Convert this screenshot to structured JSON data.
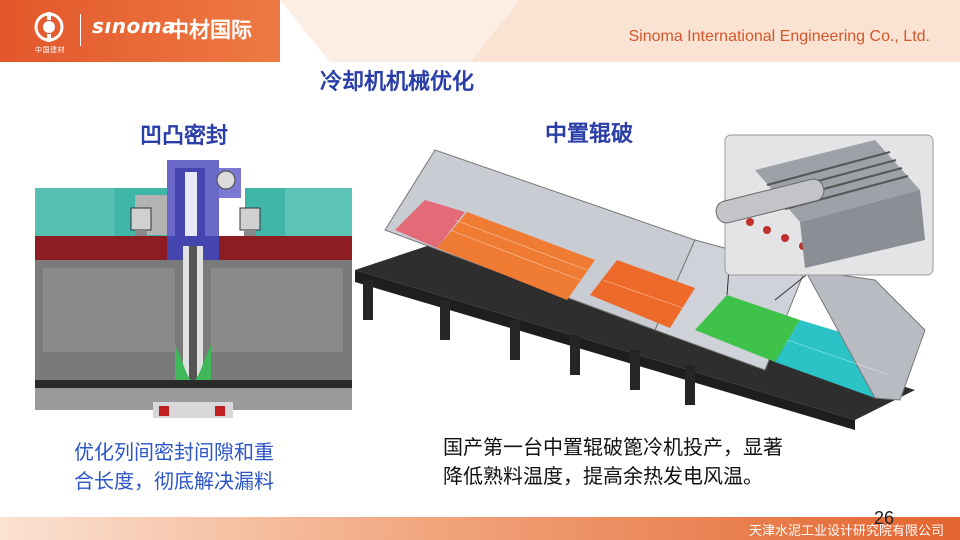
{
  "header": {
    "logo_brand": "sınoma",
    "logo_cn": "中材国际",
    "logo_small": "中国建材",
    "company_en": "Sinoma International Engineering  Co., Ltd."
  },
  "slide": {
    "title": "冷却机机械优化",
    "left_heading": "凹凸密封",
    "right_heading": "中置辊破",
    "left_caption_line1": "优化列间密封间隙和重",
    "left_caption_line2": "合长度，彻底解决漏料",
    "right_caption_line1": "国产第一台中置辊破篦冷机投产，显著",
    "right_caption_line2": "降低熟料温度，提高余热发电风温。",
    "page_number": "26"
  },
  "footer": {
    "org_name": "天津水泥工业设计研究院有限公司"
  },
  "colors": {
    "accent_orange": "#e2572b",
    "heading_blue": "#2b3ea8",
    "caption_blue": "#2b55c8"
  }
}
